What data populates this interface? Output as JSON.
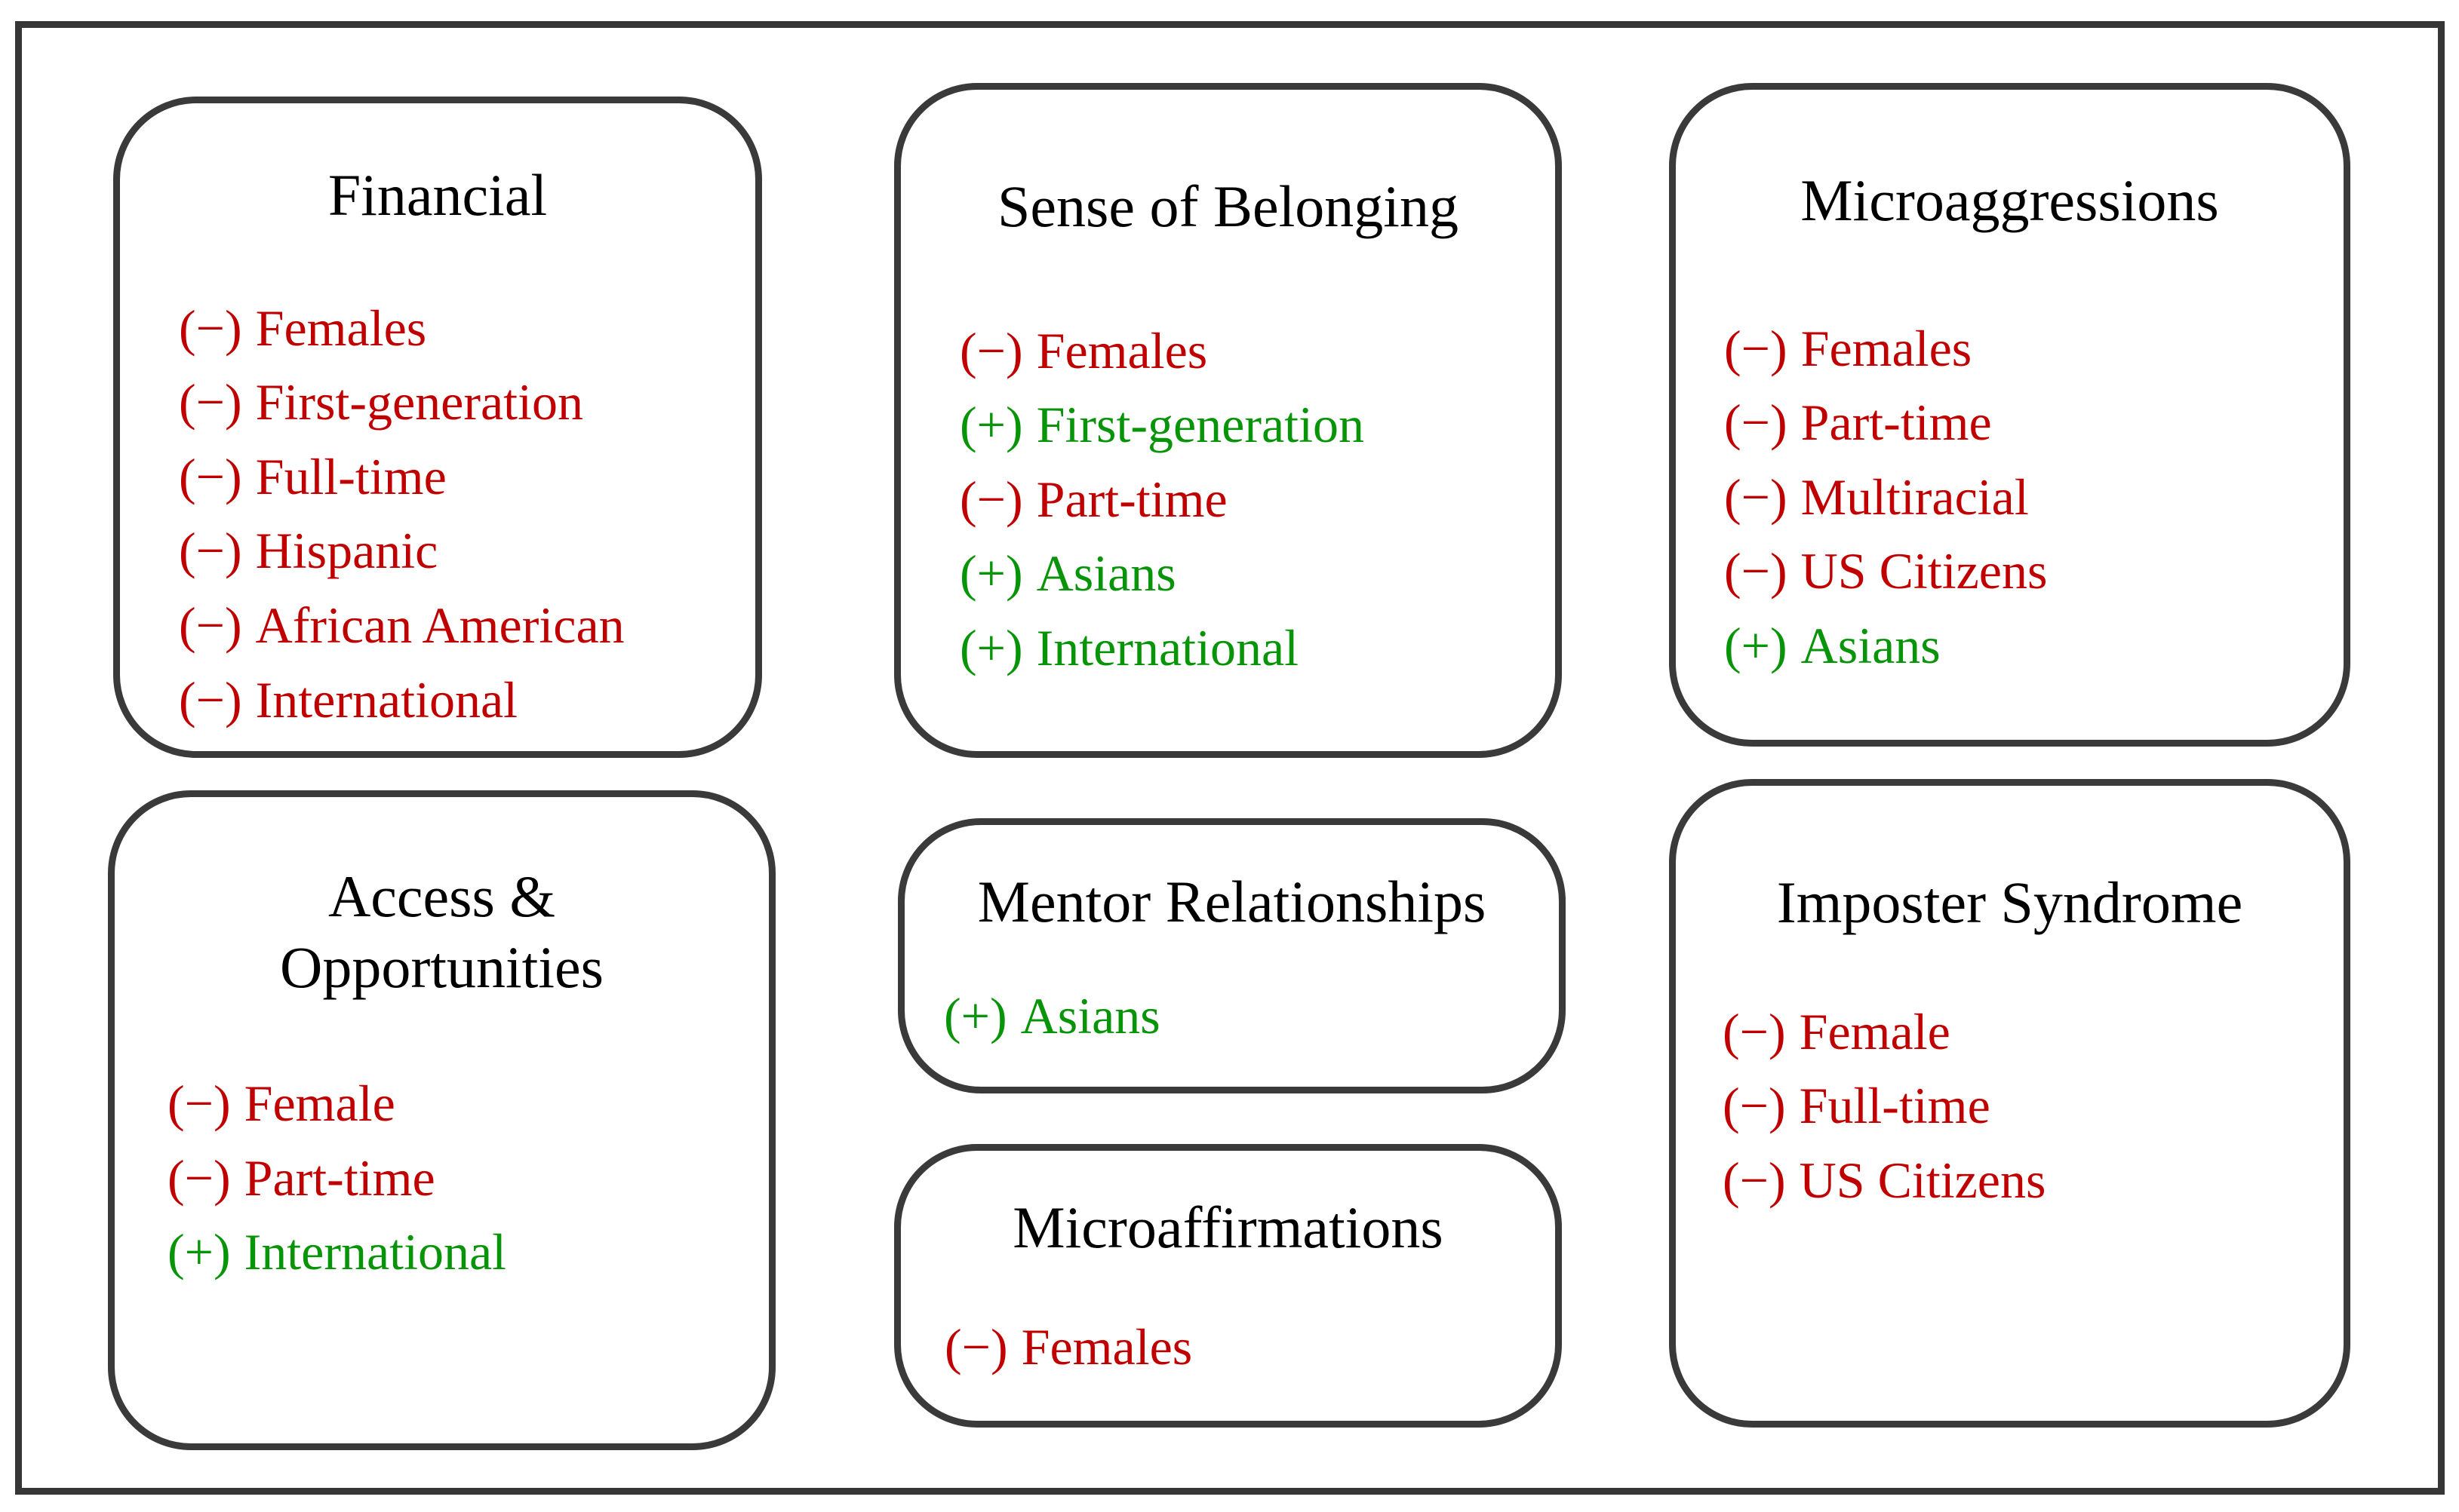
{
  "diagram": {
    "colors": {
      "negative": "#c00000",
      "positive": "#089408",
      "title": "#000000",
      "box_border": "#3a3a3a",
      "outer_border": "#363636",
      "background": "#ffffff"
    },
    "boxes": [
      {
        "key": "financial",
        "title": "Financial",
        "items": [
          {
            "sign": "(−)",
            "polarity": "negative",
            "label": "Females"
          },
          {
            "sign": "(−)",
            "polarity": "negative",
            "label": "First-generation"
          },
          {
            "sign": "(−)",
            "polarity": "negative",
            "label": "Full-time"
          },
          {
            "sign": "(−)",
            "polarity": "negative",
            "label": "Hispanic"
          },
          {
            "sign": "(−)",
            "polarity": "negative",
            "label": "African American"
          },
          {
            "sign": "(−)",
            "polarity": "negative",
            "label": "International"
          }
        ]
      },
      {
        "key": "sense-of-belonging",
        "title": "Sense of Belonging",
        "items": [
          {
            "sign": "(−)",
            "polarity": "negative",
            "label": "Females"
          },
          {
            "sign": "(+)",
            "polarity": "positive",
            "label": "First-generation"
          },
          {
            "sign": "(−)",
            "polarity": "negative",
            "label": "Part-time"
          },
          {
            "sign": "(+)",
            "polarity": "positive",
            "label": "Asians"
          },
          {
            "sign": "(+)",
            "polarity": "positive",
            "label": "International"
          }
        ]
      },
      {
        "key": "microaggressions",
        "title": "Microaggressions",
        "items": [
          {
            "sign": "(−)",
            "polarity": "negative",
            "label": "Females"
          },
          {
            "sign": "(−)",
            "polarity": "negative",
            "label": "Part-time"
          },
          {
            "sign": "(−)",
            "polarity": "negative",
            "label": "Multiracial"
          },
          {
            "sign": "(−)",
            "polarity": "negative",
            "label": "US Citizens"
          },
          {
            "sign": "(+)",
            "polarity": "positive",
            "label": "Asians"
          }
        ]
      },
      {
        "key": "access-opportunities",
        "title": "Access &\nOpportunities",
        "items": [
          {
            "sign": "(−)",
            "polarity": "negative",
            "label": "Female"
          },
          {
            "sign": "(−)",
            "polarity": "negative",
            "label": "Part-time"
          },
          {
            "sign": "(+)",
            "polarity": "positive",
            "label": "International"
          }
        ]
      },
      {
        "key": "mentor-relationships",
        "title": "Mentor Relationships",
        "items": [
          {
            "sign": "(+)",
            "polarity": "positive",
            "label": "Asians"
          }
        ]
      },
      {
        "key": "microaffirmations",
        "title": "Microaffirmations",
        "items": [
          {
            "sign": "(−)",
            "polarity": "negative",
            "label": "Females"
          }
        ]
      },
      {
        "key": "imposter-syndrome",
        "title": "Imposter Syndrome",
        "items": [
          {
            "sign": "(−)",
            "polarity": "negative",
            "label": "Female"
          },
          {
            "sign": "(−)",
            "polarity": "negative",
            "label": "Full-time"
          },
          {
            "sign": "(−)",
            "polarity": "negative",
            "label": "US Citizens"
          }
        ]
      }
    ]
  }
}
